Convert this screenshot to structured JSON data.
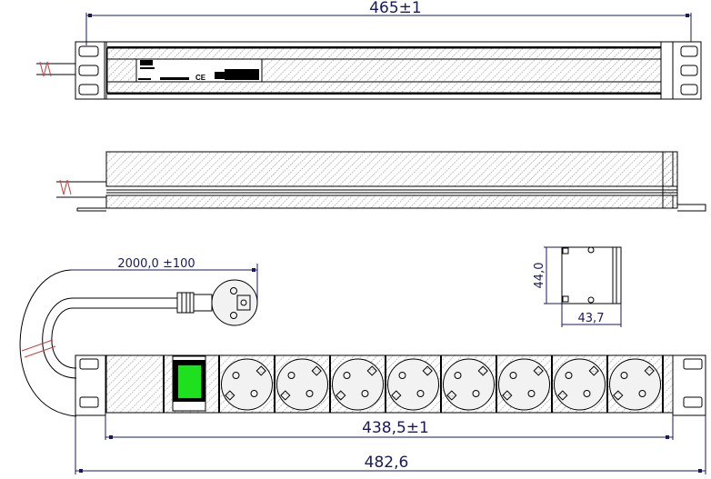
{
  "dimensions": {
    "top_length": "465±1",
    "cable_length": "2000,0  ±100",
    "profile_height": "44,0",
    "profile_width": "43,7",
    "body_length": "438,5±1",
    "overall_width": "482,6"
  },
  "label": {
    "ce_mark": "CE"
  },
  "front_view": {
    "outlet_count": 8,
    "switch_color": "#1ee01e"
  },
  "colors": {
    "dimension": "#1a1a5a",
    "cable_break": "#c04040"
  }
}
